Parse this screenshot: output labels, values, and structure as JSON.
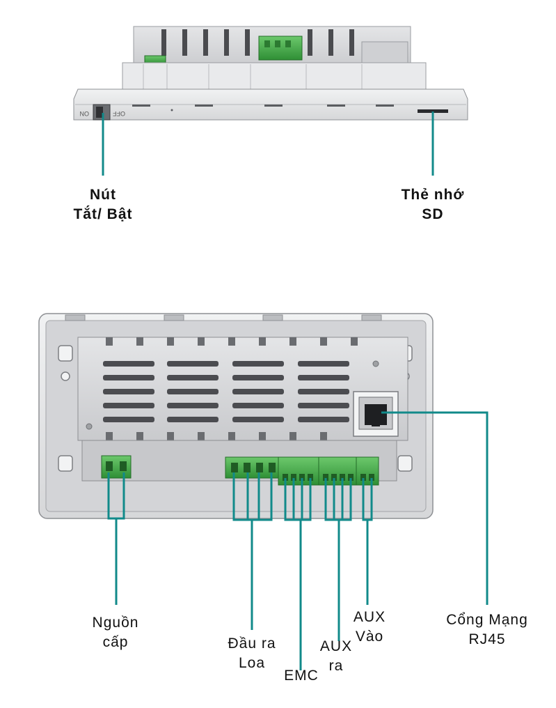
{
  "top_view": {
    "switch_labels": {
      "on": "ON",
      "off": "OFF"
    },
    "callouts": {
      "power_switch": {
        "line1": "Nút",
        "line2": "Tắt/ Bật"
      },
      "sd_card": {
        "line1": "Thẻ nhớ",
        "line2": "SD"
      }
    }
  },
  "back_view": {
    "callouts": {
      "power_supply": {
        "line1": "Nguồn",
        "line2": "cấp"
      },
      "speaker_out": {
        "line1": "Đầu ra",
        "line2": "Loa"
      },
      "emc": {
        "line1": "EMC"
      },
      "aux_out": {
        "line1": "AUX",
        "line2": "ra"
      },
      "aux_in": {
        "line1": "AUX",
        "line2": "Vào"
      },
      "rj45": {
        "line1": "Cổng Mạng",
        "line2": "RJ45"
      }
    }
  },
  "colors": {
    "callout_line": "#118a8a",
    "terminal_green": "#4bb04b",
    "housing": "#d9dadc",
    "frame": "#e8e9ea"
  }
}
